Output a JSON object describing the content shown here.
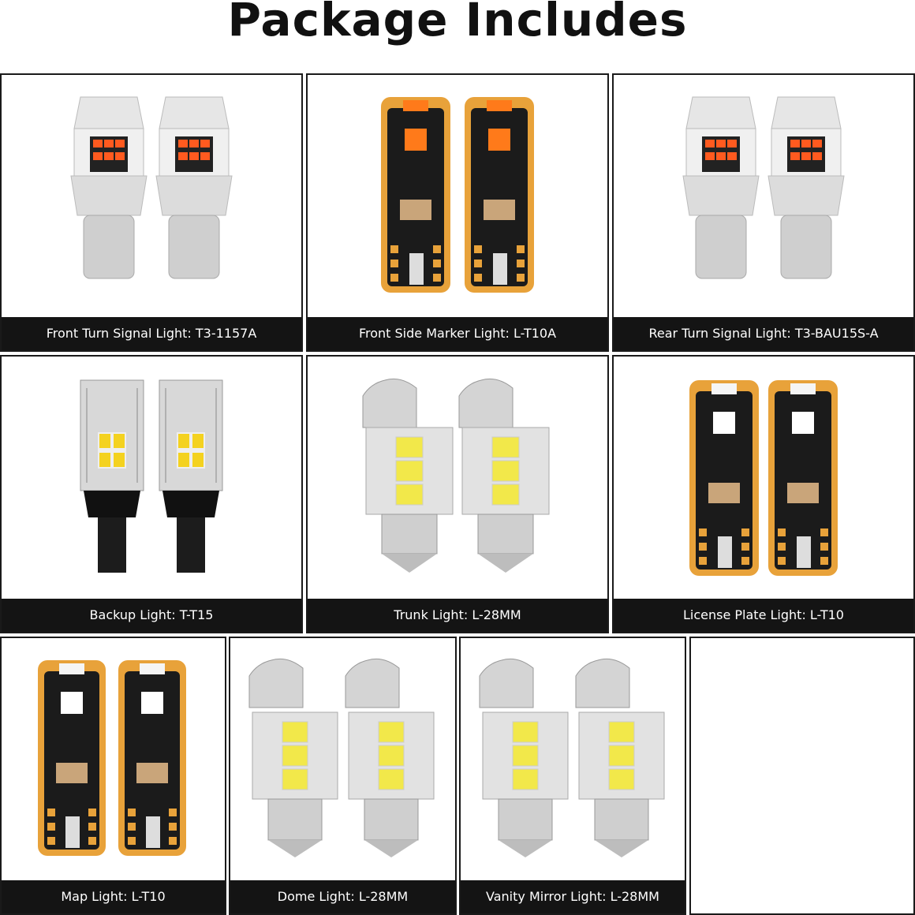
{
  "title": "Package Includes",
  "items": [
    {
      "label": "Front Turn Signal Light: T3-1157A",
      "icon": "amber-turn-bulb-pair-icon",
      "led_color": "#ff5a1f"
    },
    {
      "label": "Front Side Marker Light: L-T10A",
      "icon": "amber-t10-wedge-pair-icon",
      "led_color": "#ff7a1a"
    },
    {
      "label": "Rear Turn Signal Light: T3-BAU15S-A",
      "icon": "amber-turn-bulb-pair-icon",
      "led_color": "#ff5a1f"
    },
    {
      "label": "Backup Light: T-T15",
      "icon": "white-t15-bulb-pair-icon",
      "led_color": "#ffffff"
    },
    {
      "label": "Trunk Light: L-28MM",
      "icon": "festoon-bulb-pair-icon",
      "led_color": "#ffffff"
    },
    {
      "label": "License Plate Light: L-T10",
      "icon": "white-t10-wedge-pair-icon",
      "led_color": "#ffffff"
    },
    {
      "label": "Map Light: L-T10",
      "icon": "white-t10-wedge-pair-icon",
      "led_color": "#ffffff"
    },
    {
      "label": "Dome Light: L-28MM",
      "icon": "festoon-bulb-pair-icon",
      "led_color": "#ffffff"
    },
    {
      "label": "Vanity Mirror Light: L-28MM",
      "icon": "festoon-bulb-pair-icon",
      "led_color": "#ffffff"
    },
    {
      "label": "",
      "icon": "",
      "led_color": ""
    }
  ],
  "colors": {
    "border": "#1a1a1a",
    "label_bg": "#141414",
    "label_text": "#ffffff",
    "pcb_gold": "#e8a23a",
    "pcb_black": "#1b1b1b"
  }
}
